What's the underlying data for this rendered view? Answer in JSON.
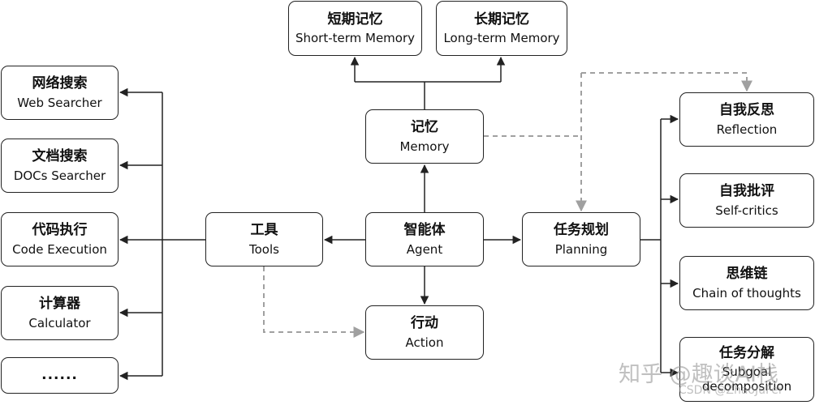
{
  "nodes": {
    "short_term": {
      "zh": "短期记忆",
      "en": "Short-term Memory"
    },
    "long_term": {
      "zh": "长期记忆",
      "en": "Long-term Memory"
    },
    "memory": {
      "zh": "记忆",
      "en": "Memory"
    },
    "agent": {
      "zh": "智能体",
      "en": "Agent"
    },
    "tools": {
      "zh": "工具",
      "en": "Tools"
    },
    "planning": {
      "zh": "任务规划",
      "en": "Planning"
    },
    "action": {
      "zh": "行动",
      "en": "Action"
    },
    "web_searcher": {
      "zh": "网络搜索",
      "en": "Web Searcher"
    },
    "docs_searcher": {
      "zh": "文档搜索",
      "en": "DOCs Searcher"
    },
    "code_execution": {
      "zh": "代码执行",
      "en": "Code Execution"
    },
    "calculator": {
      "zh": "计算器",
      "en": "Calculator"
    },
    "more": {
      "zh": "......"
    },
    "reflection": {
      "zh": "自我反思",
      "en": "Reflection"
    },
    "self_critics": {
      "zh": "自我批评",
      "en": "Self-critics"
    },
    "chain_of_thoughts": {
      "zh": "思维链",
      "en": "Chain of thoughts"
    },
    "subgoal": {
      "zh": "任务分解",
      "en": "Subgoal decomposition"
    }
  },
  "watermark": {
    "text": "知乎 @趣谈AI栈",
    "sub": "CSDN @ZhaoJuFei"
  },
  "colors": {
    "line": "#222222",
    "dashed": "#a0a0a0"
  }
}
